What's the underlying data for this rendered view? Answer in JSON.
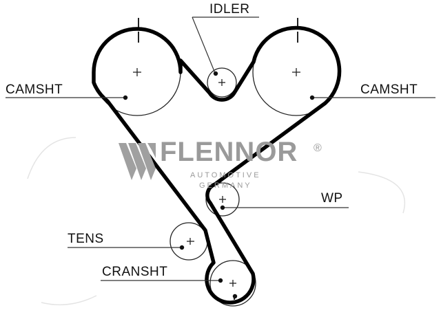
{
  "labels": {
    "camshaft_left": "CAMSHT",
    "idler": "IDLER",
    "camshaft_right": "CAMSHT",
    "water_pump": "WP",
    "tensioner": "TENS",
    "crankshaft": "CRANSHT"
  },
  "watermark": {
    "brand": "FLENNOR",
    "registered": "®",
    "line1": "AUTOMOTIVE",
    "line2": "GERMANY"
  },
  "colors": {
    "belt": "#000000",
    "text": "#111111",
    "watermark": "#9a9a9a"
  }
}
